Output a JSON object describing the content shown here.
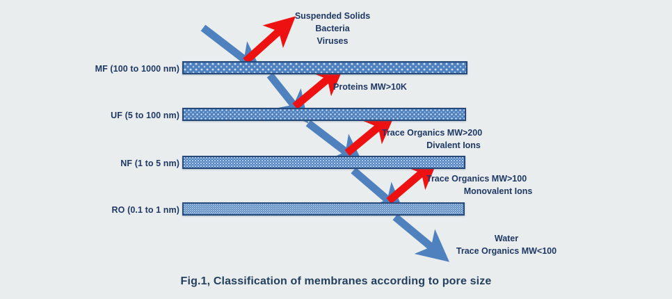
{
  "figure": {
    "caption": "Fig.1, Classification of membranes according to pore size",
    "background_color": "#e9edee",
    "text_color": "#1f3864",
    "bar_fill_color": "#4e81bd",
    "bar_border_color": "#254a7a",
    "blue_arrow_color": "#4e81bd",
    "red_arrow_color": "#ee1111"
  },
  "membranes": [
    {
      "label": "MF (100 to 1000 nm)",
      "type": "MF",
      "pore_size": "100 to 1000 nm"
    },
    {
      "label": "UF (5 to 100 nm)",
      "type": "UF",
      "pore_size": "5 to 100 nm"
    },
    {
      "label": "NF (1 to 5 nm)",
      "type": "NF",
      "pore_size": "1 to 5 nm"
    },
    {
      "label": "RO (0.1 to 1 nm)",
      "type": "RO",
      "pore_size": "0.1 to 1 nm"
    }
  ],
  "rejected": [
    {
      "lines": [
        "Suspended Solids",
        "Bacteria",
        "Viruses"
      ]
    },
    {
      "lines": [
        "Proteins MW>10K"
      ]
    },
    {
      "lines": [
        "Trace Organics MW>200",
        "Divalent Ions"
      ]
    },
    {
      "lines": [
        "Trace Organics MW>100",
        "Monovalent Ions"
      ]
    }
  ],
  "permeate": {
    "lines": [
      "Water",
      "Trace Organics MW<100"
    ]
  },
  "rejected_flat": {
    "g0_l0": "Suspended Solids",
    "g0_l1": "Bacteria",
    "g0_l2": "Viruses",
    "g1_l0": "Proteins MW>10K",
    "g2_l0": "Trace Organics MW>200",
    "g2_l1": "Divalent Ions",
    "g3_l0": "Trace Organics MW>100",
    "g3_l1": "Monovalent Ions"
  },
  "permeate_flat": {
    "l0": "Water",
    "l1": "Trace Organics MW<100"
  }
}
